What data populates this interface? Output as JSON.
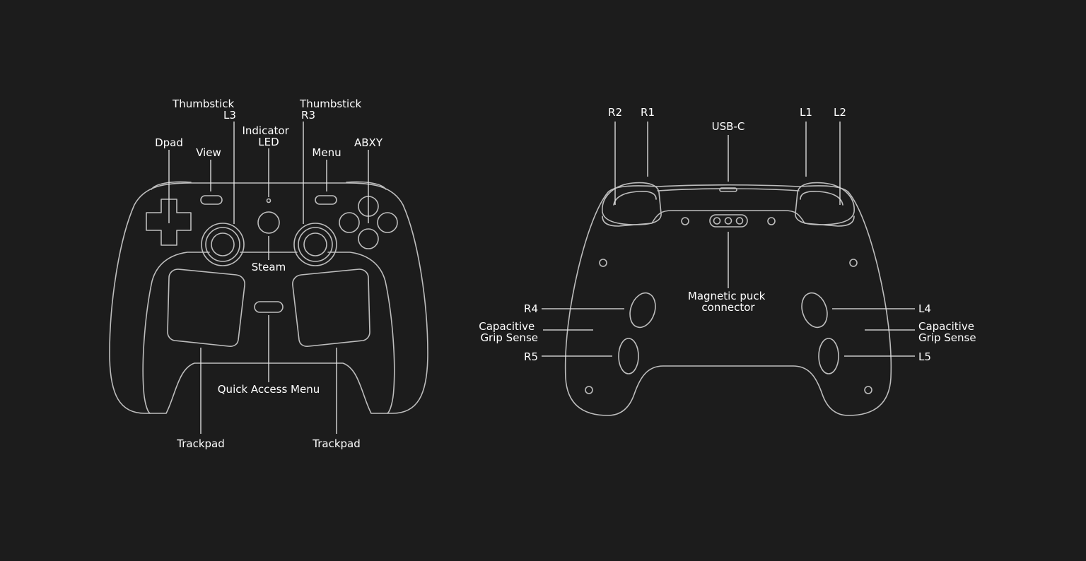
{
  "colors": {
    "background": "#1c1c1c",
    "outline": "#bdbdbd",
    "label": "#ffffff"
  },
  "front": {
    "thumbstick_l3": [
      "Thumbstick",
      "L3"
    ],
    "thumbstick_r3": [
      "Thumbstick",
      "R3"
    ],
    "indicator_led": [
      "Indicator",
      "LED"
    ],
    "dpad": "Dpad",
    "view": "View",
    "menu": "Menu",
    "abxy": "ABXY",
    "steam": "Steam",
    "quick_access_menu": "Quick Access Menu",
    "trackpad_left": "Trackpad",
    "trackpad_right": "Trackpad"
  },
  "back": {
    "r2": "R2",
    "r1": "R1",
    "usb_c": "USB-C",
    "l1": "L1",
    "l2": "L2",
    "magnetic_puck": [
      "Magnetic puck",
      "connector"
    ],
    "r4": "R4",
    "grip_left": [
      "Capacitive",
      "Grip Sense"
    ],
    "r5": "R5",
    "l4": "L4",
    "grip_right": [
      "Capacitive",
      "Grip Sense"
    ],
    "l5": "L5"
  }
}
